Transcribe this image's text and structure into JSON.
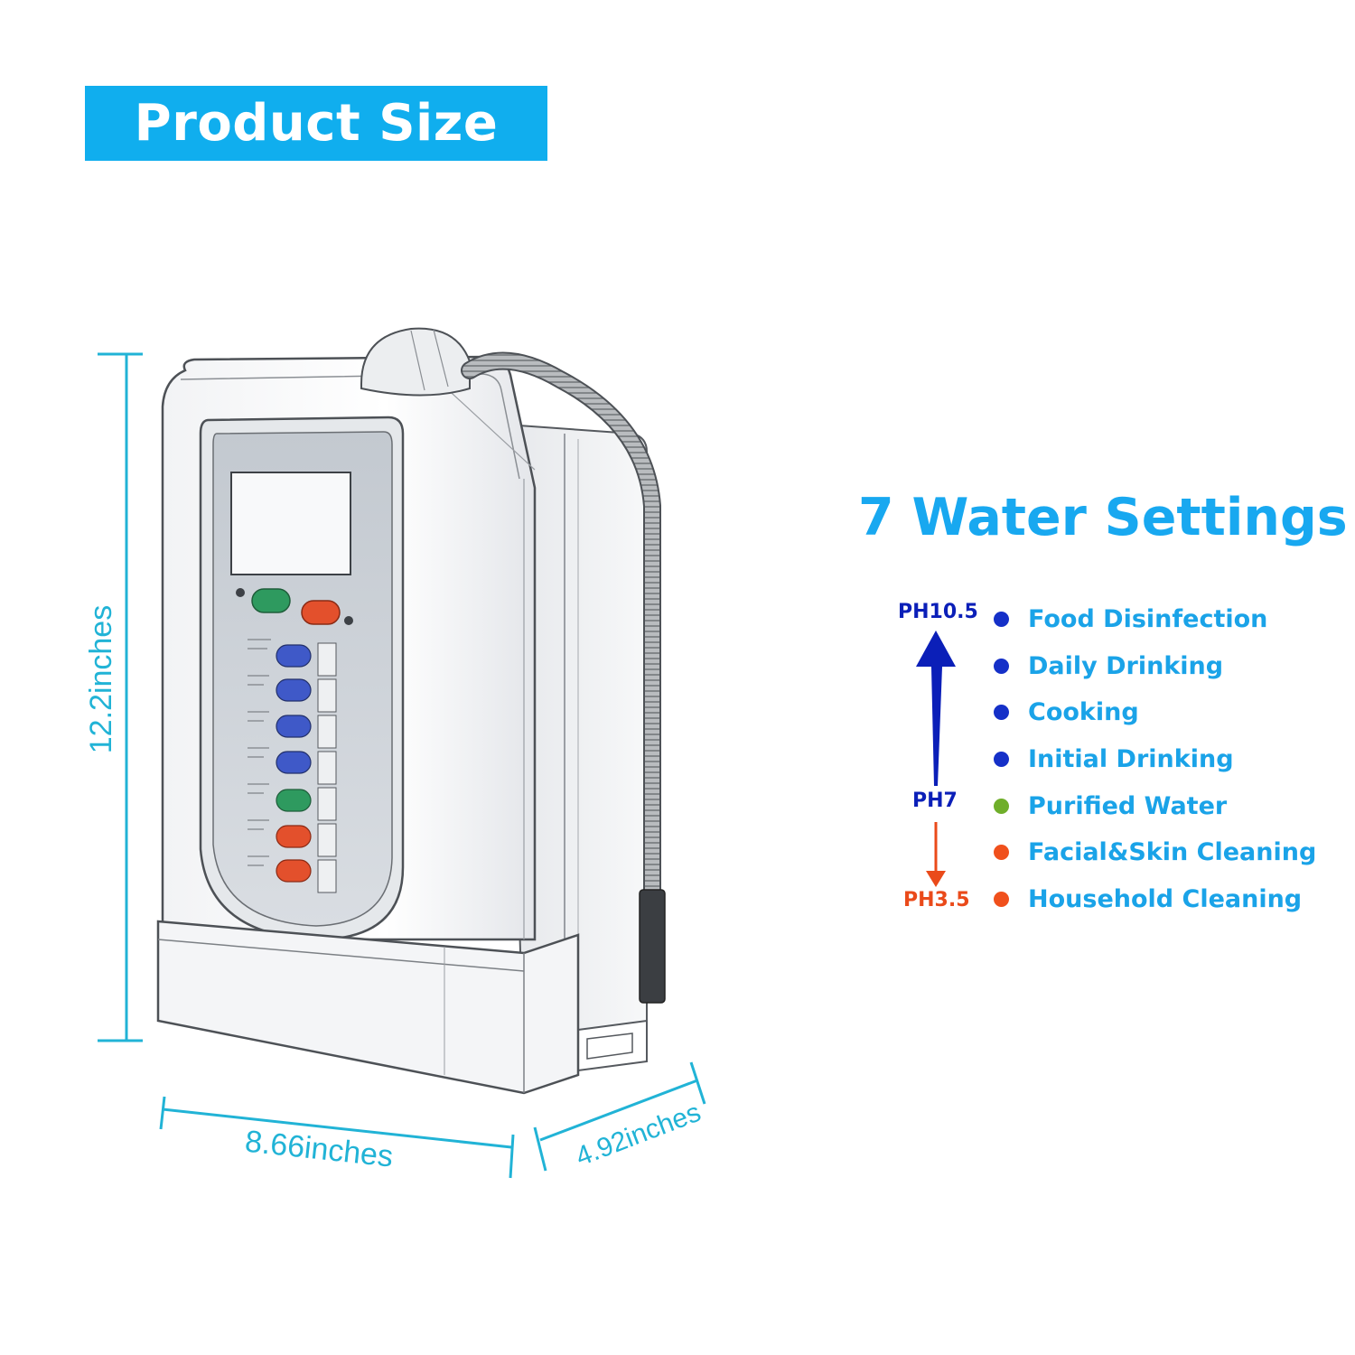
{
  "banner": {
    "text": "Product Size",
    "color": "#10aeee"
  },
  "dimensions": {
    "height": "12.2inches",
    "width": "8.66inches",
    "depth": "4.92inches",
    "color": "#21b3d6"
  },
  "settings": {
    "title": "7 Water Settings",
    "ph_high": {
      "text": "PH10.5",
      "color": "#0b1fb8"
    },
    "ph_neutral": {
      "text": "PH7",
      "color": "#0b1fb8"
    },
    "ph_low": {
      "text": "PH3.5",
      "color": "#ea4a1a"
    },
    "items": [
      {
        "label": "Food Disinfection",
        "dot": "#1530c8"
      },
      {
        "label": "Daily Drinking",
        "dot": "#1530c8"
      },
      {
        "label": "Cooking",
        "dot": "#1530c8"
      },
      {
        "label": "Initial Drinking",
        "dot": "#1530c8"
      },
      {
        "label": "Purified Water",
        "dot": "#6fae2a"
      },
      {
        "label": "Facial&Skin Cleaning",
        "dot": "#f0501c"
      },
      {
        "label": "Household Cleaning",
        "dot": "#f0501c"
      }
    ]
  }
}
